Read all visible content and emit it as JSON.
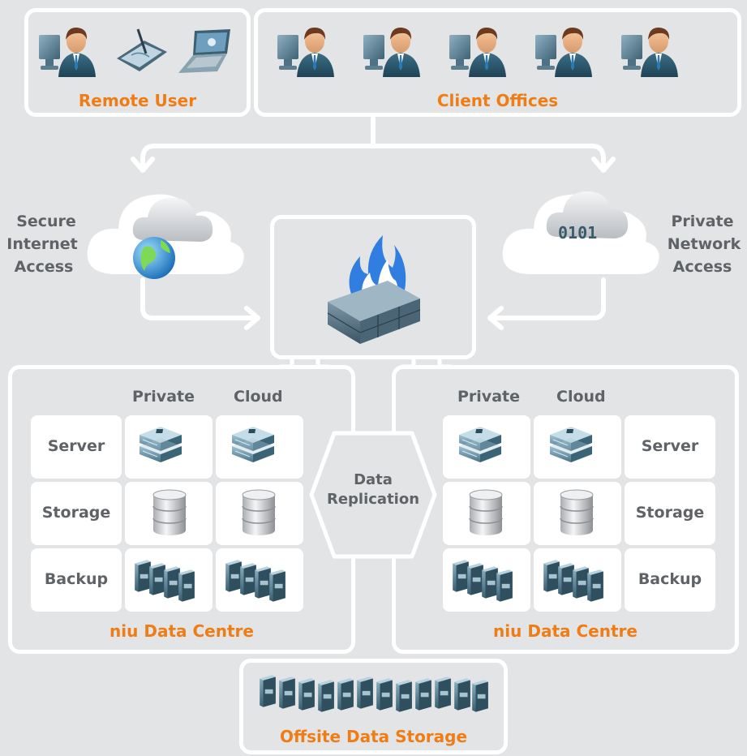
{
  "colors": {
    "accent": "#ee7d16",
    "text": "#5f6266",
    "panel_border": "#ffffff",
    "background": "#e3e4e6"
  },
  "remote_user": {
    "label": "Remote User",
    "icons": [
      "user-at-computer-icon",
      "tablet-pen-icon",
      "laptop-icon"
    ]
  },
  "client_offices": {
    "label": "Client Offices",
    "icons": [
      "user-at-computer-icon",
      "user-at-computer-icon",
      "user-at-computer-icon",
      "user-at-computer-icon",
      "user-at-computer-icon"
    ]
  },
  "secure_internet": {
    "line1": "Secure",
    "line2": "Internet",
    "line3": "Access",
    "icon": "globe-cloud-icon"
  },
  "private_network": {
    "line1": "Private",
    "line2": "Network",
    "line3": "Access",
    "icon": "binary-cloud-icon"
  },
  "firewall": {
    "icon": "firewall-icon"
  },
  "data_replication": {
    "line1": "Data",
    "line2": "Replication"
  },
  "datacentre_left": {
    "label": "niu Data Centre",
    "col_private": "Private",
    "col_cloud": "Cloud",
    "rows": [
      "Server",
      "Storage",
      "Backup"
    ]
  },
  "datacentre_right": {
    "label": "niu Data Centre",
    "col_private": "Private",
    "col_cloud": "Cloud",
    "rows": [
      "Server",
      "Storage",
      "Backup"
    ]
  },
  "offsite": {
    "label": "Offsite Data Storage",
    "icon": "tape-library-icon"
  }
}
